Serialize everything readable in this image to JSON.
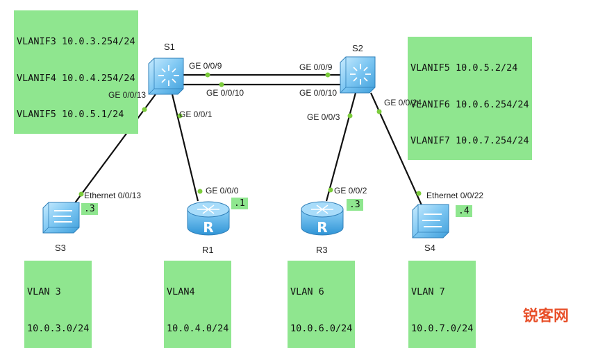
{
  "notes": {
    "s1_vlanif": [
      "VLANIF3 10.0.3.254/24",
      "VLANIF4 10.0.4.254/24",
      "VLANIF5 10.0.5.1/24"
    ],
    "s2_vlanif": [
      "VLANIF5 10.0.5.2/24",
      "VLANIF6 10.0.6.254/24",
      "VLANIF7 10.0.7.254/24"
    ],
    "vlan3": [
      "VLAN 3",
      "10.0.3.0/24"
    ],
    "vlan4": [
      "VLAN4",
      "10.0.4.0/24"
    ],
    "vlan6": [
      "VLAN 6",
      "10.0.6.0/24"
    ],
    "vlan7": [
      "VLAN 7",
      "10.0.7.0/24"
    ]
  },
  "devices": {
    "s1": "S1",
    "s2": "S2",
    "s3": "S3",
    "s4": "S4",
    "r1": "R1",
    "r3": "R3"
  },
  "host_tags": {
    "s3": ".3",
    "r1": ".1",
    "r3": ".3",
    "s4": ".4"
  },
  "ports": {
    "s1_ge9": "GE 0/0/9",
    "s2_ge9": "GE 0/0/9",
    "s1_ge10": "GE 0/0/10",
    "s2_ge10": "GE 0/0/10",
    "s1_ge13": "GE 0/0/13",
    "s1_ge1": "GE 0/0/1",
    "s2_ge3": "GE 0/0/3",
    "s2_ge24": "GE 0/0/24",
    "s3_eth13": "Ethernet 0/0/13",
    "r1_ge0": "GE 0/0/0",
    "r3_ge2": "GE 0/0/2",
    "s4_eth22": "Ethernet 0/0/22"
  },
  "watermark": "锐客网",
  "colors": {
    "note_bg": "#8fe68f",
    "port_dot": "#7ccc3c",
    "device_blue": "#5ab3ea",
    "link": "#111111",
    "watermark": "#e8502a"
  },
  "icons": {
    "core_switch": "layer3-switch-icon",
    "access_switch": "layer2-switch-icon",
    "router": "router-icon"
  }
}
